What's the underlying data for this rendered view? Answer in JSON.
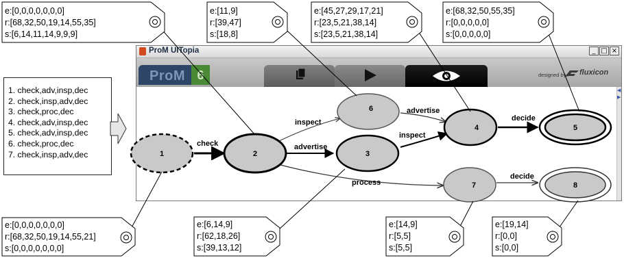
{
  "window": {
    "title": "ProM UITopia",
    "minimize": "_",
    "maximize": "□",
    "close": "×"
  },
  "toolbar": {
    "logo_text": "ProM",
    "logo_version": "6",
    "tabs": [
      {
        "name": "workspace",
        "icon": "documents-icon"
      },
      {
        "name": "actions",
        "icon": "play-icon"
      },
      {
        "name": "views",
        "icon": "eye-icon",
        "selected": true
      }
    ],
    "designed_by": "designed by",
    "brand": "fluxicon"
  },
  "traces": [
    "1. check,adv,insp,dec",
    "2. check,insp,adv,dec",
    "3. check,proc,dec",
    "4. check,adv,insp,dec",
    "5. check,adv,insp,dec",
    "6. check,proc,dec",
    "7. check,insp,adv,dec"
  ],
  "graph": {
    "states": [
      {
        "id": "1",
        "kind": "initial"
      },
      {
        "id": "2",
        "kind": "normal"
      },
      {
        "id": "3",
        "kind": "normal"
      },
      {
        "id": "4",
        "kind": "normal"
      },
      {
        "id": "5",
        "kind": "final"
      },
      {
        "id": "6",
        "kind": "normal"
      },
      {
        "id": "7",
        "kind": "normal"
      },
      {
        "id": "8",
        "kind": "final"
      }
    ],
    "transitions": [
      {
        "from": "1",
        "to": "2",
        "label": "check"
      },
      {
        "from": "2",
        "to": "6",
        "label": "inspect"
      },
      {
        "from": "2",
        "to": "3",
        "label": "advertise"
      },
      {
        "from": "2",
        "to": "7",
        "label": "process"
      },
      {
        "from": "6",
        "to": "4",
        "label": "advertise"
      },
      {
        "from": "3",
        "to": "4",
        "label": "inspect"
      },
      {
        "from": "4",
        "to": "5",
        "label": "decide"
      },
      {
        "from": "7",
        "to": "8",
        "label": "decide"
      }
    ]
  },
  "tags": [
    {
      "state": "2",
      "lines": [
        "e:[0,0,0,0,0,0,0]",
        "r:[68,32,50,19,14,55,35]",
        "s:[6,14,11,14,9,9,9]"
      ]
    },
    {
      "state": "6",
      "lines": [
        "e:[11,9]",
        "r:[39,47]",
        "s:[18,8]"
      ]
    },
    {
      "state": "4",
      "lines": [
        "e:[45,27,29,17,21]",
        "r:[23,5,21,38,14]",
        "s:[23,5,21,38,14]"
      ]
    },
    {
      "state": "5",
      "lines": [
        "e:[68,32,50,55,35]",
        "r:[0,0,0,0,0]",
        "s:[0,0,0,0,0]"
      ]
    },
    {
      "state": "1",
      "lines": [
        "e:[0,0,0,0,0,0,0]",
        "r:[68,32,50,19,14,55,21]",
        "s:[0,0,0,0,0,0,0]"
      ]
    },
    {
      "state": "3",
      "lines": [
        "e:[6,14,9]",
        "r:[62,18,26]",
        "s:[39,13,12]"
      ]
    },
    {
      "state": "7",
      "lines": [
        "e:[14,9]",
        "r:[5,5]",
        "s:[5,5]"
      ]
    },
    {
      "state": "8",
      "lines": [
        "e:[19,14]",
        "r:[0,0]",
        "s:[0,0]"
      ]
    }
  ]
}
